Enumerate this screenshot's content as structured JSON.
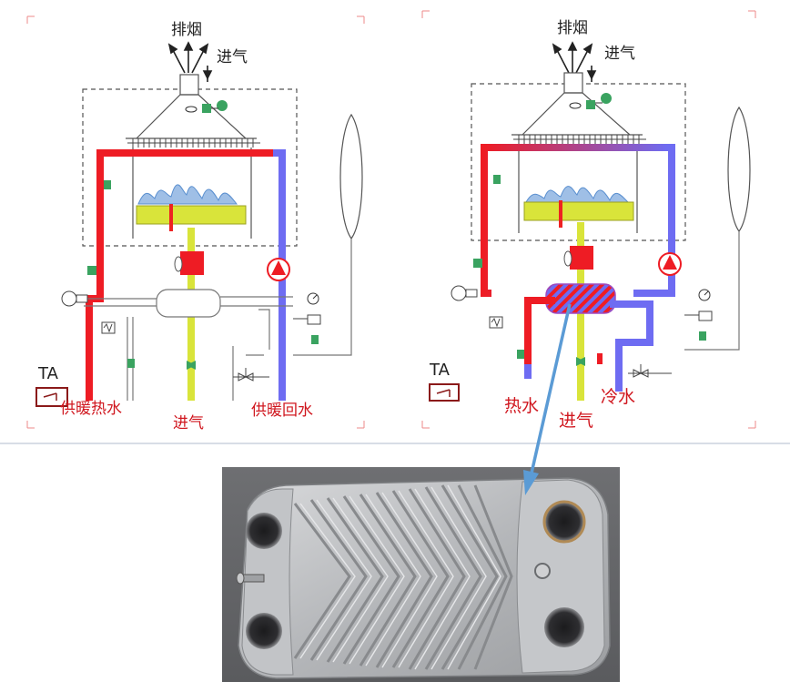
{
  "diagram_left": {
    "exhaust_label": "排烟",
    "intake_air_label": "进气",
    "ta_label": "TA",
    "heating_supply_label": "供暖热水",
    "gas_inlet_label": "进气",
    "heating_return_label": "供暖回水"
  },
  "diagram_right": {
    "exhaust_label": "排烟",
    "intake_air_label": "进气",
    "ta_label": "TA",
    "hot_water_label": "热水",
    "gas_inlet_label": "进气",
    "cold_water_label": "冷水"
  },
  "colors": {
    "hot_pipe": "#ee1c24",
    "return_pipe": "#6e6cf2",
    "gas_pipe": "#d9e43a",
    "pointer_arrow": "#5b9bd5",
    "label_red": "#d0171f"
  }
}
